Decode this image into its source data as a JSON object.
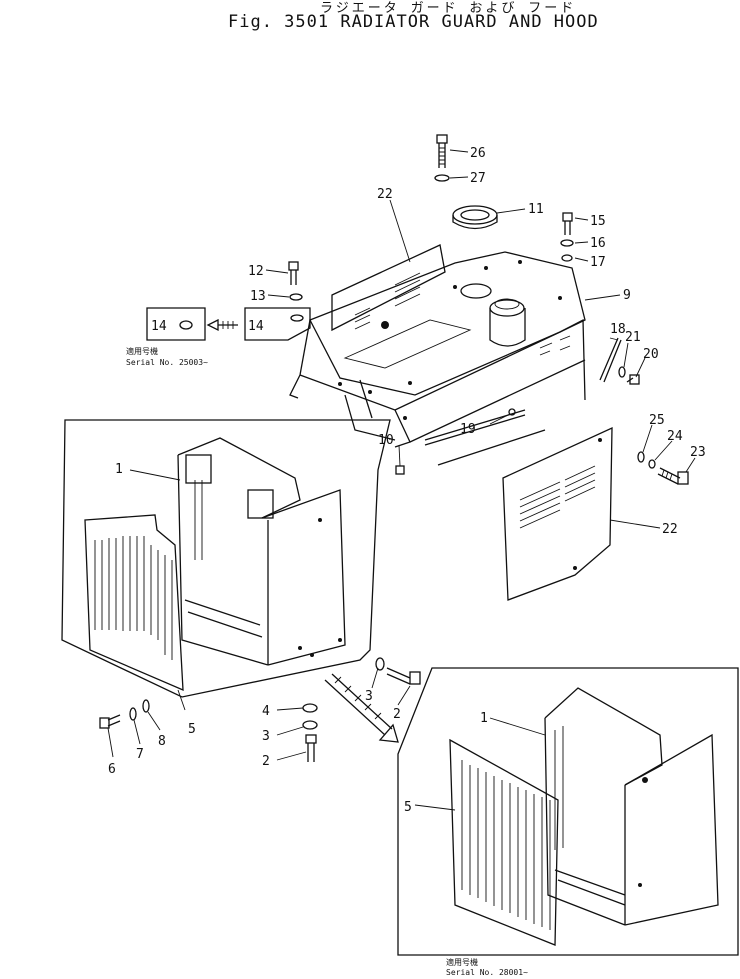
{
  "figure": {
    "title_jp": "ラジエータ ガード および フード",
    "title_en": "Fig. 3501  RADIATOR GUARD AND HOOD"
  },
  "callouts": [
    {
      "id": "c26",
      "text": "26"
    },
    {
      "id": "c27",
      "text": "27"
    },
    {
      "id": "c22a",
      "text": "22"
    },
    {
      "id": "c11",
      "text": "11"
    },
    {
      "id": "c15",
      "text": "15"
    },
    {
      "id": "c16",
      "text": "16"
    },
    {
      "id": "c17",
      "text": "17"
    },
    {
      "id": "c12",
      "text": "12"
    },
    {
      "id": "c13",
      "text": "13"
    },
    {
      "id": "c9",
      "text": "9"
    },
    {
      "id": "c14a",
      "text": "14"
    },
    {
      "id": "c14b",
      "text": "14"
    },
    {
      "id": "c18",
      "text": "18"
    },
    {
      "id": "c21",
      "text": "21"
    },
    {
      "id": "c20",
      "text": "20"
    },
    {
      "id": "c19",
      "text": "19"
    },
    {
      "id": "c10",
      "text": "10"
    },
    {
      "id": "c25",
      "text": "25"
    },
    {
      "id": "c24",
      "text": "24"
    },
    {
      "id": "c23",
      "text": "23"
    },
    {
      "id": "c1a",
      "text": "1"
    },
    {
      "id": "c22b",
      "text": "22"
    },
    {
      "id": "c3a",
      "text": "3"
    },
    {
      "id": "c2a",
      "text": "2"
    },
    {
      "id": "c4",
      "text": "4"
    },
    {
      "id": "c3b",
      "text": "3"
    },
    {
      "id": "c2b",
      "text": "2"
    },
    {
      "id": "c5a",
      "text": "5"
    },
    {
      "id": "c6",
      "text": "6"
    },
    {
      "id": "c7",
      "text": "7"
    },
    {
      "id": "c8",
      "text": "8"
    },
    {
      "id": "c1b",
      "text": "1"
    },
    {
      "id": "c5b",
      "text": "5"
    }
  ],
  "notes": {
    "serial_a_jp": "適用号機",
    "serial_a": "Serial No. 25003~",
    "serial_b_jp": "適用号機",
    "serial_b": "Serial No. 28001~"
  }
}
